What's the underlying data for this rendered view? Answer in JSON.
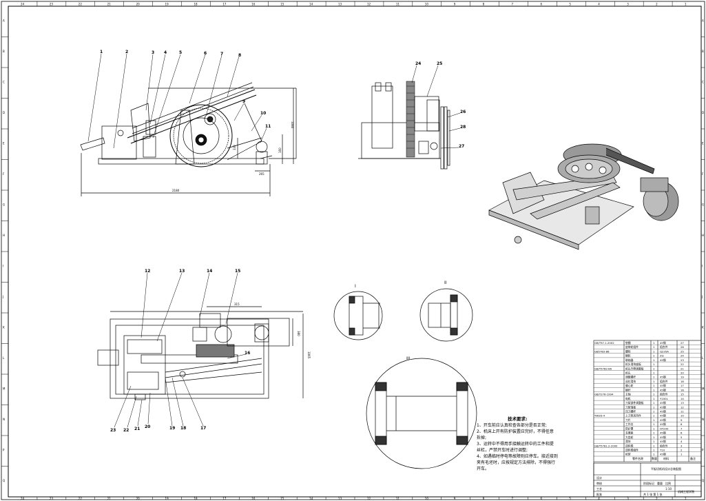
{
  "border": {
    "top_cols": [
      "24",
      "23",
      "22",
      "21",
      "20",
      "19",
      "18",
      "17",
      "16",
      "15",
      "14",
      "13",
      "12",
      "11",
      "10",
      "9",
      "8",
      "7",
      "6",
      "5",
      "4",
      "3",
      "2",
      "1"
    ],
    "side_rows": [
      "A",
      "B",
      "C",
      "D",
      "E",
      "F",
      "G",
      "H",
      "I",
      "J",
      "K",
      "L",
      "M",
      "N",
      "P",
      "Q"
    ]
  },
  "front_view": {
    "balloons": [
      "1",
      "2",
      "3",
      "4",
      "5",
      "6",
      "7",
      "8",
      "9",
      "10",
      "11"
    ],
    "dims": {
      "overall": "2180",
      "height": "1080",
      "d1": "330",
      "d2": "265",
      "d3": "160"
    }
  },
  "side_view": {
    "balloons": [
      "24",
      "25",
      "26",
      "28",
      "27"
    ]
  },
  "top_view": {
    "balloons": [
      "12",
      "13",
      "14",
      "15",
      "16",
      "23",
      "22",
      "21",
      "20",
      "19",
      "18",
      "17"
    ],
    "dims": {
      "w1": "315",
      "h1": "380",
      "h2": "1065"
    }
  },
  "details": {
    "a": {
      "label": "I"
    },
    "b": {
      "label": "II"
    },
    "c": {
      "label": "III"
    }
  },
  "tech_requirements": {
    "title": "技术要求:",
    "lines": [
      "1、开车前应认真检查各部分是否正常;",
      "2、机床上开有防护装置应完好，不得任意",
      "拆掉;",
      "3、运转中不得用手接触运转中的工件和提",
      "丝杠，严禁开车时进行调整;",
      "4、如遇临时停电等故障则应停车。接近接到",
      "夹有毛坯时，应按规定方法排除，不得强行",
      "开车。"
    ]
  },
  "bom": {
    "rows": [
      {
        "std": "GB/T97.1-2002",
        "name": "垫圈",
        "qty": "1",
        "mat": "45钢",
        "no": "27"
      },
      {
        "std": "",
        "name": "皮带轮组件",
        "qty": "1",
        "mat": "组合件",
        "no": "26"
      },
      {
        "std": "GB5783-86",
        "name": "螺栓",
        "qty": "1",
        "mat": "Q235A",
        "no": "25"
      },
      {
        "std": "",
        "name": "蜗轮",
        "qty": "1",
        "mat": "ZQ",
        "no": "24"
      },
      {
        "std": "",
        "name": "联轴器",
        "qty": "1",
        "mat": "45钢",
        "no": "23"
      },
      {
        "std": "",
        "name": "机头滑块座板",
        "qty": "1",
        "mat": "",
        "no": "22"
      },
      {
        "std": "GB/T5782-86",
        "name": "机头升降调整板",
        "qty": "1",
        "mat": "",
        "no": "21"
      },
      {
        "std": "",
        "name": "机头",
        "qty": "1",
        "mat": "",
        "no": "20"
      },
      {
        "std": "",
        "name": "调整螺杆",
        "qty": "1",
        "mat": "45钢",
        "no": "19"
      },
      {
        "std": "",
        "name": "丝杠滑块",
        "qty": "1",
        "mat": "组合件",
        "no": "18"
      },
      {
        "std": "",
        "name": "偏心轮",
        "qty": "1",
        "mat": "45钢",
        "no": "17"
      },
      {
        "std": "",
        "name": "蜗杆",
        "qty": "1",
        "mat": "45钢",
        "no": "16"
      },
      {
        "std": "GB/T276-1994",
        "name": "主轴",
        "qty": "1",
        "mat": "组合件",
        "no": "15"
      },
      {
        "std": "",
        "name": "电机",
        "qty": "1",
        "mat": "Y100L",
        "no": "14"
      },
      {
        "std": "",
        "name": "刀架部件调整板",
        "qty": "1",
        "mat": "45钢",
        "no": "13"
      },
      {
        "std": "",
        "name": "刀架滑板",
        "qty": "1",
        "mat": "45钢",
        "no": "12"
      },
      {
        "std": "",
        "name": "压刀螺杆",
        "qty": "1",
        "mat": "45钢",
        "no": "11"
      },
      {
        "std": "YW2D-4",
        "name": "上刀架夹持件",
        "qty": "1",
        "mat": "45钢",
        "no": "10"
      },
      {
        "std": "",
        "name": "刀片",
        "qty": "1",
        "mat": "45钢",
        "no": "9"
      },
      {
        "std": "",
        "name": "工作台",
        "qty": "1",
        "mat": "45钢",
        "no": "8"
      },
      {
        "std": "",
        "name": "防护罩",
        "qty": "1",
        "mat": "HT200",
        "no": "7"
      },
      {
        "std": "",
        "name": "支撑座",
        "qty": "1",
        "mat": "45钢",
        "no": "6"
      },
      {
        "std": "",
        "name": "大齿轮",
        "qty": "1",
        "mat": "45钢",
        "no": "5"
      },
      {
        "std": "",
        "name": "滑块",
        "qty": "1",
        "mat": "45钢",
        "no": "4"
      },
      {
        "std": "GB/T5781.2-2000",
        "name": "送料辊",
        "qty": "1",
        "mat": "组合件",
        "no": "3"
      },
      {
        "std": "",
        "name": "送料辊组件",
        "qty": "1",
        "mat": "T10",
        "no": "2"
      },
      {
        "std": "",
        "name": "机架",
        "qty": "1",
        "mat": "45钢",
        "no": "1"
      }
    ],
    "header": {
      "name": "零件名称",
      "qty": "数量",
      "mat": "材料",
      "note": "备注"
    }
  },
  "title_block": {
    "drawing_title": "平板切纸机设计总装配图",
    "designer_row": "设计",
    "check_row": "审核",
    "process_row": "工艺",
    "approve_row": "批准",
    "stage": "阶段标记",
    "weight": "重量",
    "scale": "比例",
    "scale_val": "1:10",
    "sheet": "共 1 张 第 1 张",
    "school": "机械工程学院"
  }
}
